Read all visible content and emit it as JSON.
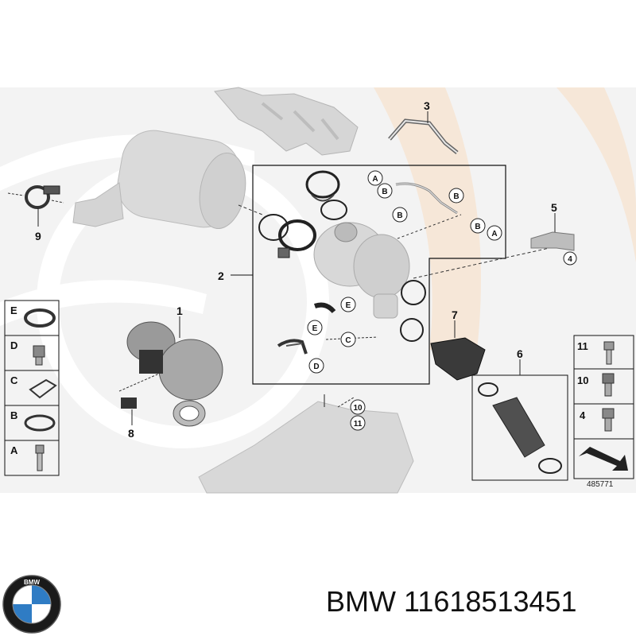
{
  "callouts": {
    "c1": "1",
    "c2": "2",
    "c3": "3",
    "c4": "4",
    "c5": "5",
    "c6": "6",
    "c7": "7",
    "c8": "8",
    "c9": "9",
    "c10": "10",
    "c11": "11"
  },
  "bubbles": {
    "a1": "A",
    "a2": "A",
    "b1": "B",
    "b2": "B",
    "b3": "B",
    "b4": "B",
    "c1": "C",
    "d1": "D",
    "e1": "E",
    "e2": "E"
  },
  "side_legend": [
    "E",
    "D",
    "C",
    "B",
    "A"
  ],
  "right_legend": [
    "11",
    "10",
    "4"
  ],
  "diagram_ref": "485771",
  "caption": {
    "brand": "BMW",
    "part_number": "11618513451"
  },
  "logo": {
    "letters": "BMW",
    "colors": {
      "ring": "#1a1a1a",
      "blue": "#2f7cc4",
      "white": "#ffffff"
    }
  }
}
